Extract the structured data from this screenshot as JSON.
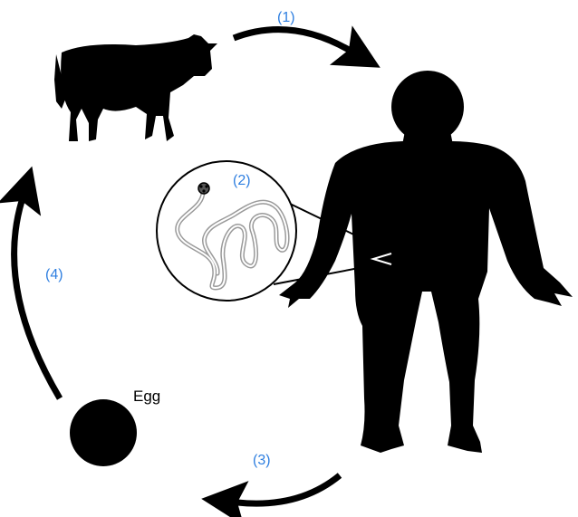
{
  "labels": {
    "step1": "(1)",
    "step2": "(2)",
    "step3": "(3)",
    "step4": "(4)",
    "egg": "Egg"
  },
  "colors": {
    "step_label": "#2f7fe0",
    "silhouette": "#000000",
    "worm": "#9a9a9a"
  },
  "icons": {
    "cow": "cow-silhouette",
    "human": "human-silhouette",
    "worm": "tapeworm-magnified",
    "egg": "egg-circle"
  }
}
